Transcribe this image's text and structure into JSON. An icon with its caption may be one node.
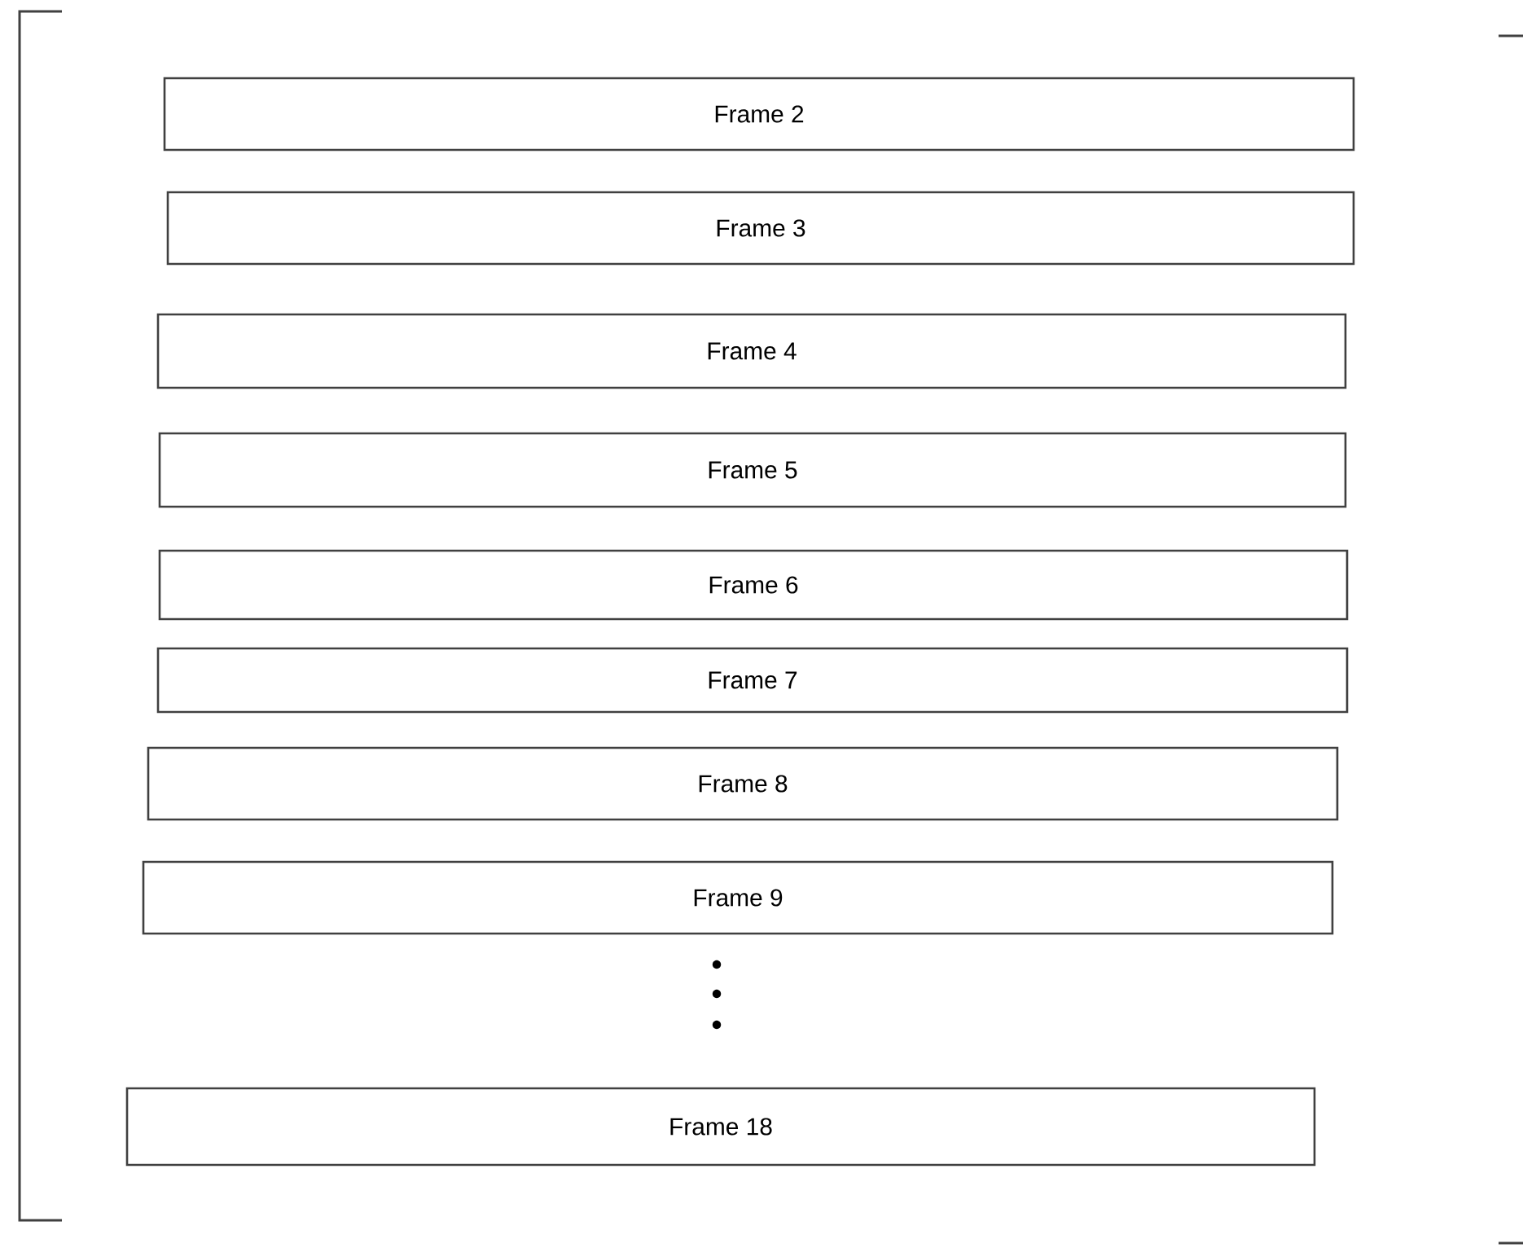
{
  "diagram": {
    "nodes": [
      {
        "text": [
          "Frame 2"
        ]
      },
      {
        "text": [
          "Frame 3"
        ]
      },
      {
        "text": [
          "Frame 4"
        ]
      },
      {
        "text": [
          "Frame 5"
        ]
      },
      {
        "text": [
          "Frame 6"
        ]
      },
      {
        "text": [
          "Frame 7"
        ]
      },
      {
        "text": [
          "Frame 8"
        ]
      },
      {
        "text": [
          "Frame 9"
        ]
      },
      {
        "text": [
          "Frame 18"
        ]
      }
    ]
  }
}
